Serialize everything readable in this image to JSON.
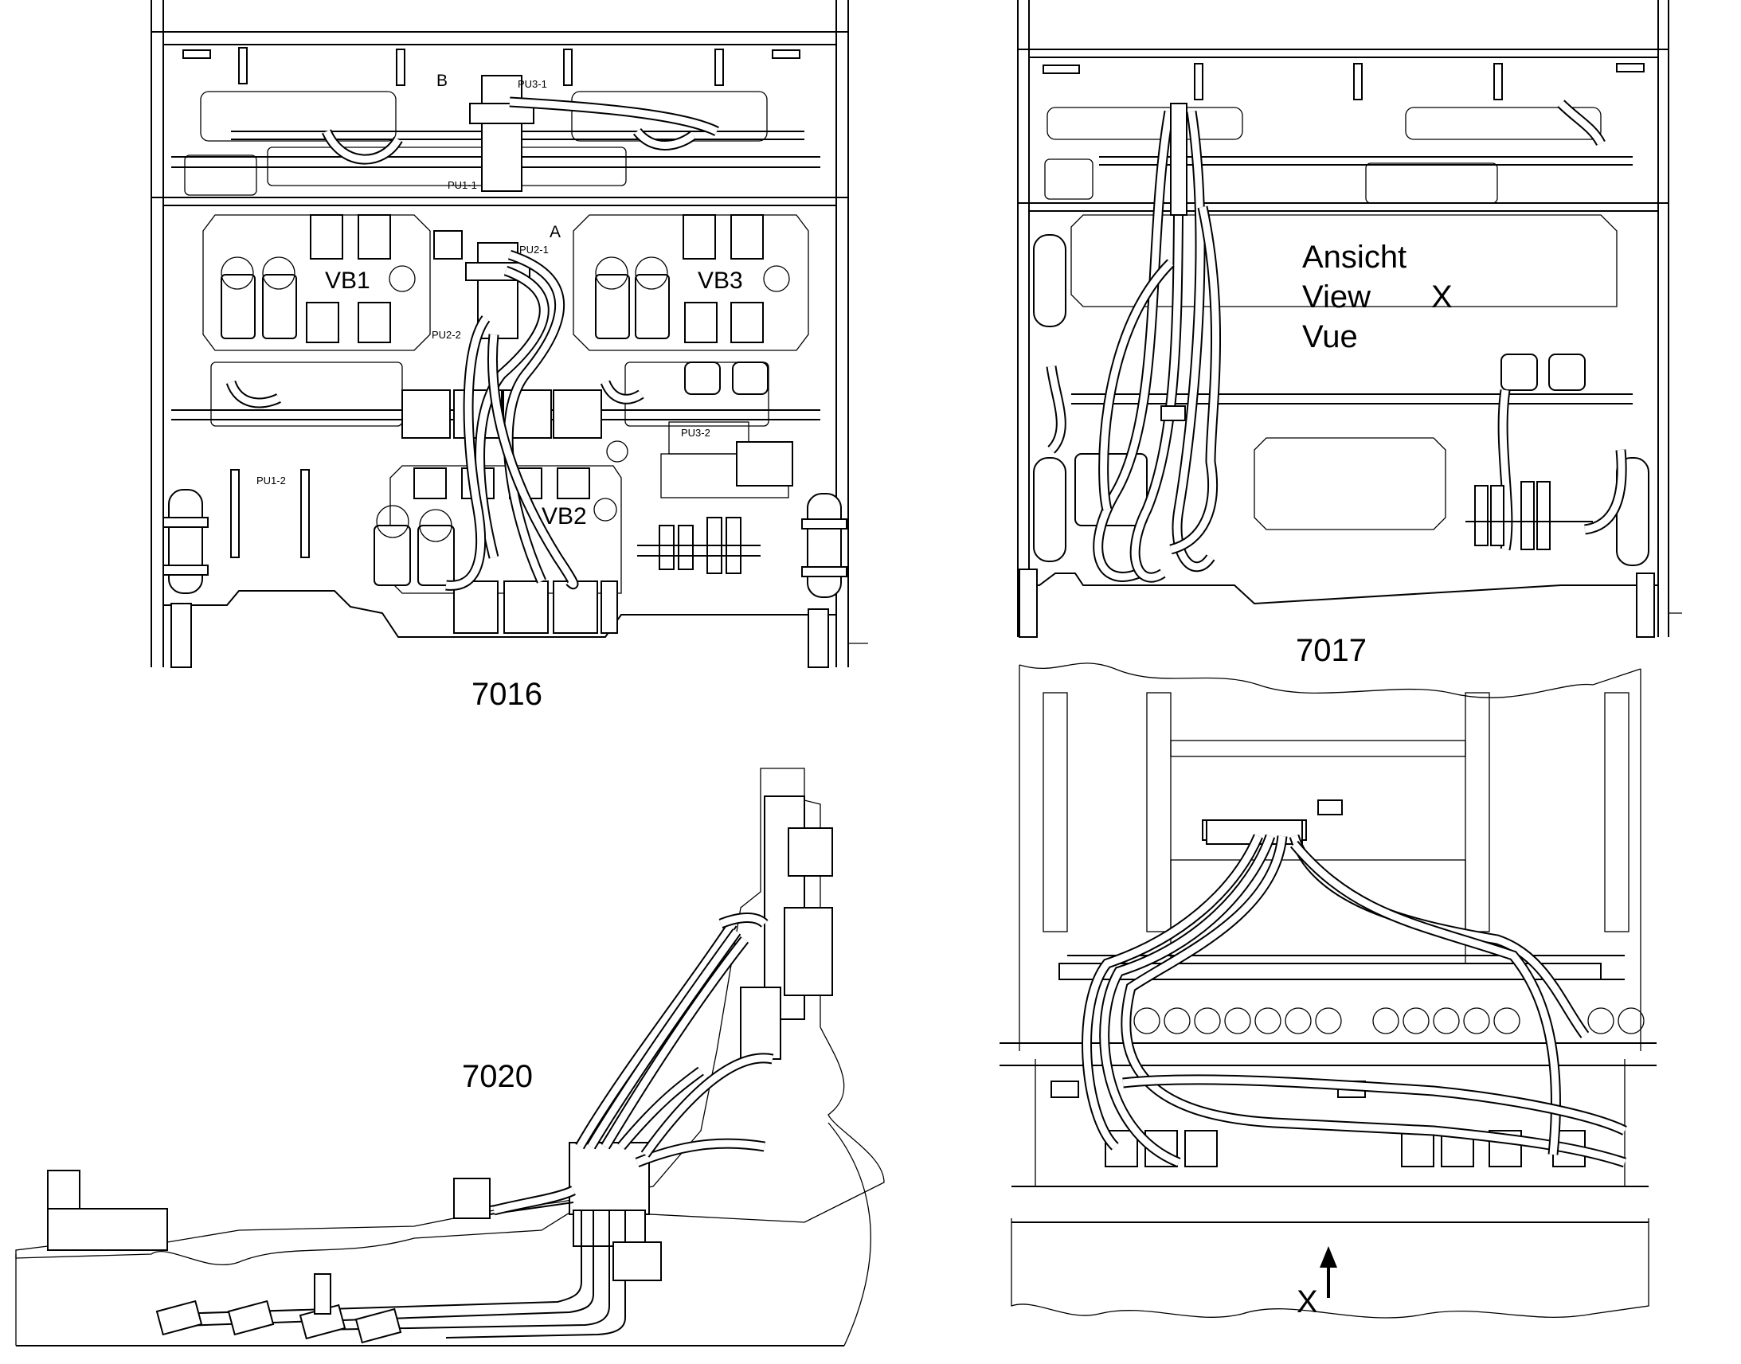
{
  "views": {
    "v7016": {
      "number": "7016",
      "labels": {
        "b": "B",
        "a": "A",
        "vb1": "VB1",
        "vb2": "VB2",
        "vb3": "VB3",
        "pu3_1": "PU3-1",
        "pu1_1": "PU1-1",
        "pu2_1": "PU2-1",
        "pu2_2": "PU2-2",
        "pu1_2": "PU1-2",
        "pu3_2": "PU3-2"
      }
    },
    "v7017": {
      "number": "7017",
      "view_text": {
        "de": "Ansicht",
        "en": "View",
        "fr": "Vue",
        "marker": "X"
      }
    },
    "v7020": {
      "number": "7020"
    },
    "v_side": {
      "arrow_label": "X"
    }
  }
}
